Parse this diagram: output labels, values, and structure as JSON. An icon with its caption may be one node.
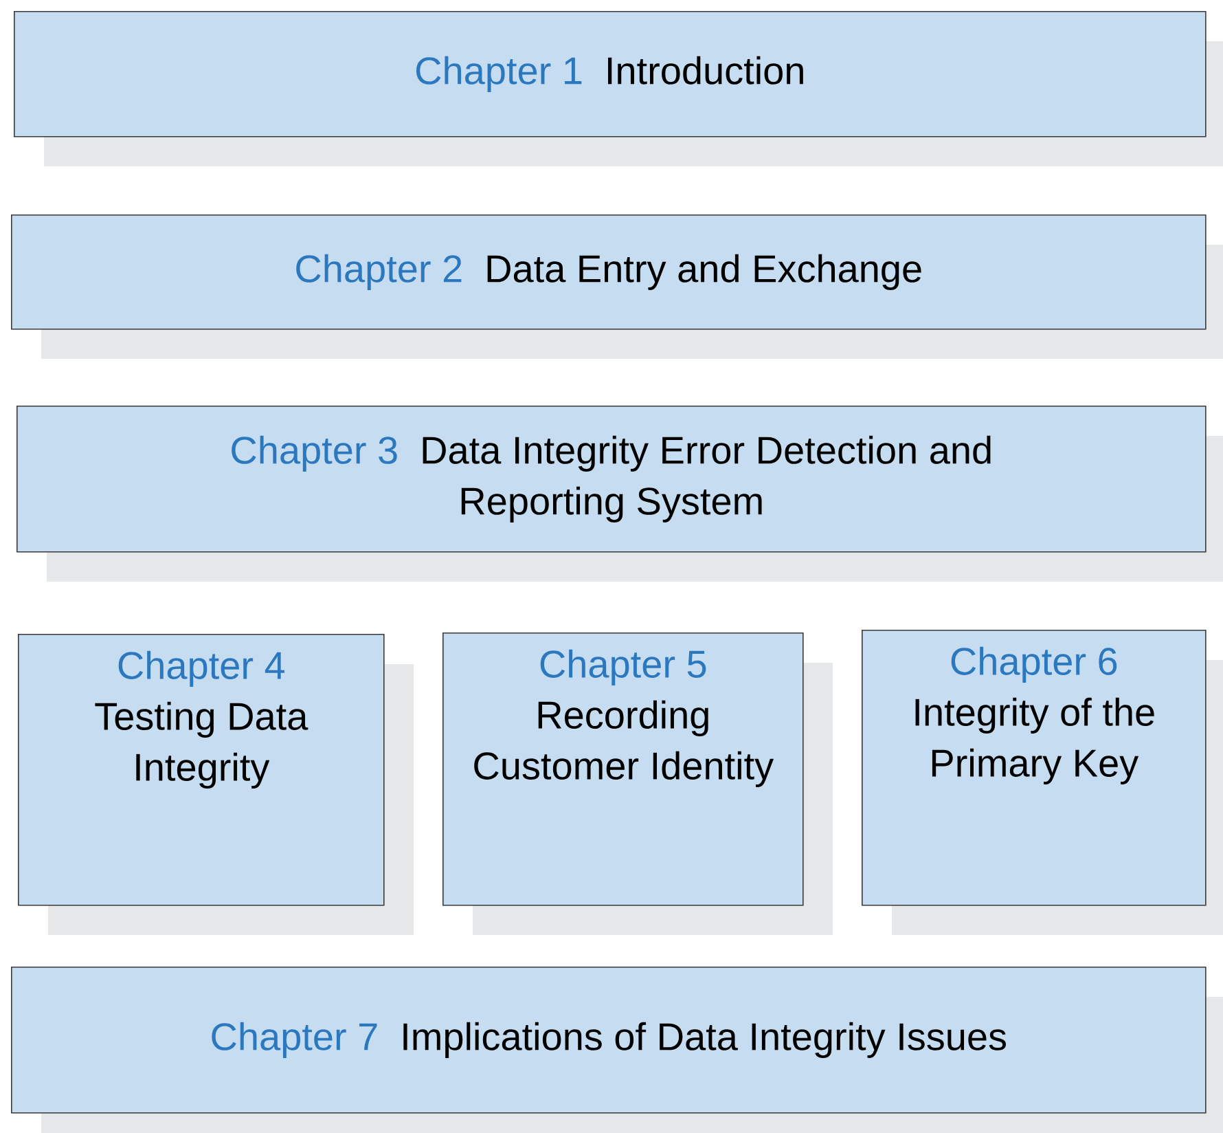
{
  "diagram": {
    "nodes": [
      {
        "text": [
          "Chapter 1",
          "Introduction"
        ]
      },
      {
        "text": [
          "Chapter 2",
          "Data Entry and Exchange"
        ]
      },
      {
        "text": [
          "Chapter 3",
          "Data Integrity Error Detection and Reporting System"
        ]
      },
      {
        "text": [
          "Chapter 4",
          "Testing Data Integrity"
        ]
      },
      {
        "text": [
          "Chapter 5",
          "Recording Customer Identity"
        ]
      },
      {
        "text": [
          "Chapter 6",
          "Integrity of the Primary Key"
        ]
      },
      {
        "text": [
          "Chapter 7",
          "Implications of Data Integrity Issues"
        ]
      }
    ]
  }
}
